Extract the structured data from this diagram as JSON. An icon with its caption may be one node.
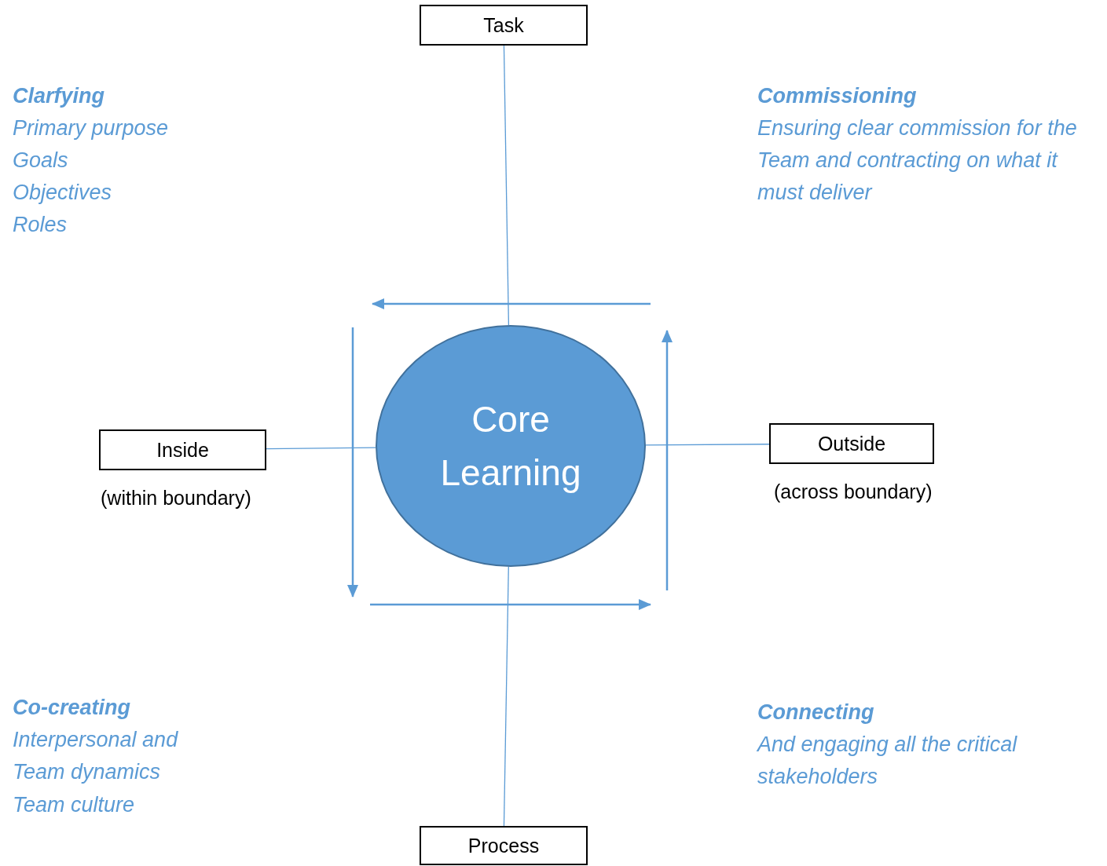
{
  "diagram": {
    "nodes": [
      {
        "text": [
          "Task"
        ]
      },
      {
        "text": [
          "Core Learning"
        ]
      },
      {
        "text": [
          "Inside"
        ],
        "beside": [
          "(within boundary)"
        ]
      },
      {
        "text": [
          "Outside"
        ],
        "beside": [
          "(across boundary)"
        ]
      },
      {
        "text": [
          "Process"
        ]
      }
    ],
    "edges": [
      {
        "from": 0,
        "to": 1,
        "arrow": "none"
      },
      {
        "from": 2,
        "to": 1,
        "arrow": "none"
      },
      {
        "from": 1,
        "to": 3,
        "arrow": "none"
      },
      {
        "from": 1,
        "to": 4,
        "arrow": "none"
      }
    ],
    "labels": [
      "Clarfying",
      "Primary purpose",
      "Goals",
      "Objectives",
      "Roles",
      "Commissioning",
      "Ensuring clear commission for the Team and contracting on what it must deliver",
      "Co-creating",
      "Interpersonal and Team dynamics",
      "Team culture",
      "Connecting",
      "And engaging all the critical stakeholders"
    ]
  }
}
